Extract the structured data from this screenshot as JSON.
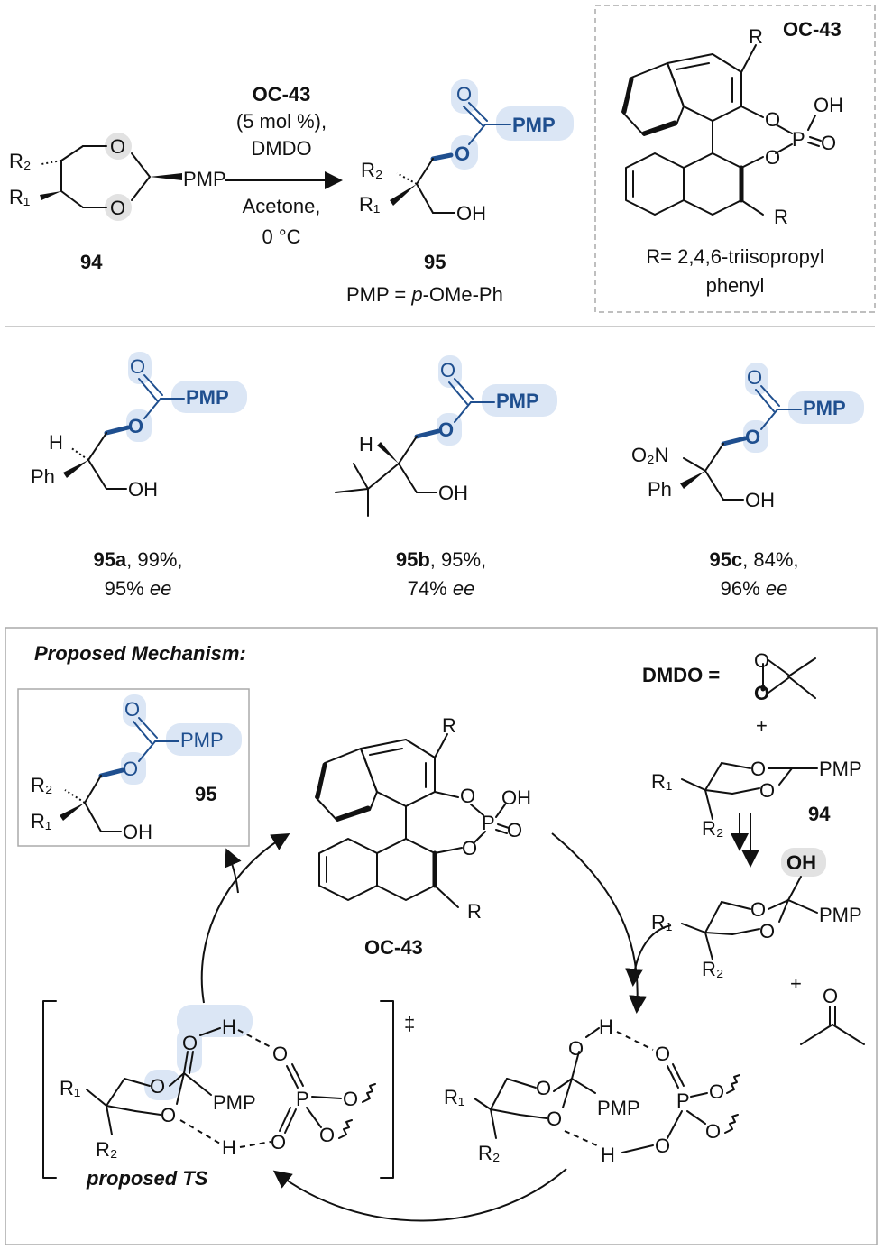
{
  "reaction": {
    "catalyst_name": "OC-43",
    "loading": "(5 mol %),",
    "oxidant": "DMDO",
    "solvent": "Acetone,",
    "temperature": "0 °C",
    "substrate_label": "94",
    "product_label": "95",
    "pmp_definition": "PMP = p-OMe-Ph",
    "pmp_definition_prefix": "PMP = ",
    "pmp_definition_italic": "p",
    "pmp_definition_suffix": "-OMe-Ph"
  },
  "catalyst_box": {
    "title": "OC-43",
    "r_definition_line1": "R= 2,4,6-triisopropyl",
    "r_definition_line2": "phenyl"
  },
  "examples": [
    {
      "label": "95a",
      "yield": ", 99%,",
      "ee_value": "95% ",
      "ee_unit": "ee"
    },
    {
      "label": "95b",
      "yield": ", 95%,",
      "ee_value": "74% ",
      "ee_unit": "ee"
    },
    {
      "label": "95c",
      "yield": ", 84%,",
      "ee_value": "96% ",
      "ee_unit": "ee"
    }
  ],
  "mechanism": {
    "title": "Proposed Mechanism:",
    "dmdo_label": "DMDO =",
    "plus": "+",
    "substrate_label": "94",
    "product_label": "95",
    "catalyst_label": "OC-43",
    "ts_label": "proposed TS",
    "ts_symbol": "‡"
  },
  "atoms": {
    "O": "O",
    "OH": "OH",
    "P": "P",
    "H": "H",
    "PMP": "PMP",
    "R": "R",
    "Ph": "Ph",
    "NO2": "O₂N",
    "R1": "R₁",
    "R2": "R₂"
  },
  "colors": {
    "accent": "#1f4f8f",
    "highlight": "#dbe6f5",
    "box_border": "#aaaaaa"
  }
}
